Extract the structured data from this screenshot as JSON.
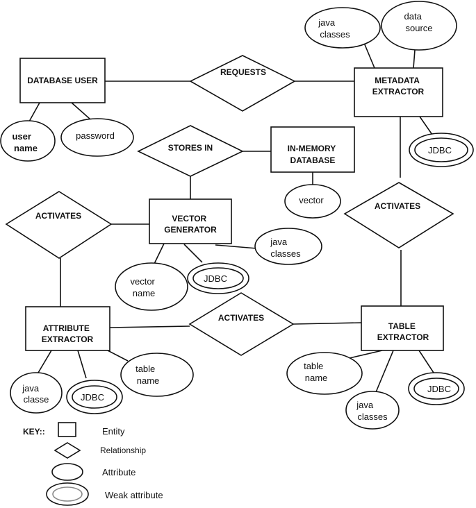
{
  "entities": {
    "database_user": [
      "DATABASE USER"
    ],
    "metadata_extractor": [
      "METADATA",
      "EXTRACTOR"
    ],
    "in_memory_database": [
      "IN-MEMORY",
      "DATABASE"
    ],
    "vector_generator": [
      "VECTOR",
      "GENERATOR"
    ],
    "attribute_extractor": [
      "ATTRIBUTE",
      "EXTRACTOR"
    ],
    "table_extractor": [
      "TABLE",
      "EXTRACTOR"
    ]
  },
  "relationships": {
    "requests": [
      "REQUESTS"
    ],
    "stores_in": [
      "STORES IN"
    ],
    "activates_left": [
      "ACTIVATES"
    ],
    "activates_right": [
      "ACTIVATES"
    ],
    "activates_bottom": [
      "ACTIVATES"
    ]
  },
  "attributes": {
    "java_classes_meta": [
      "java",
      "classes"
    ],
    "data_source": [
      "data",
      "source"
    ],
    "user_name": [
      "user",
      "name"
    ],
    "password": [
      "password"
    ],
    "vector_db": [
      "vector"
    ],
    "java_classes_vg": [
      "java",
      "classes"
    ],
    "vector_name": [
      "vector",
      "name"
    ],
    "table_name_attr": [
      "table",
      "name"
    ],
    "java_classe_attr": [
      "java",
      "classe"
    ],
    "table_name_tbl": [
      "table",
      "name"
    ],
    "java_classes_tbl": [
      "java",
      "classes"
    ]
  },
  "weak_attributes": {
    "jdbc_meta": [
      "JDBC"
    ],
    "jdbc_vg": [
      "JDBC"
    ],
    "jdbc_attr": [
      "JDBC"
    ],
    "jdbc_tbl": [
      "JDBC"
    ]
  },
  "key": {
    "title": "KEY::",
    "entity": "Entity",
    "relationship": "Relationship",
    "attribute": "Attribute",
    "weak_attribute": "Weak attribute"
  }
}
